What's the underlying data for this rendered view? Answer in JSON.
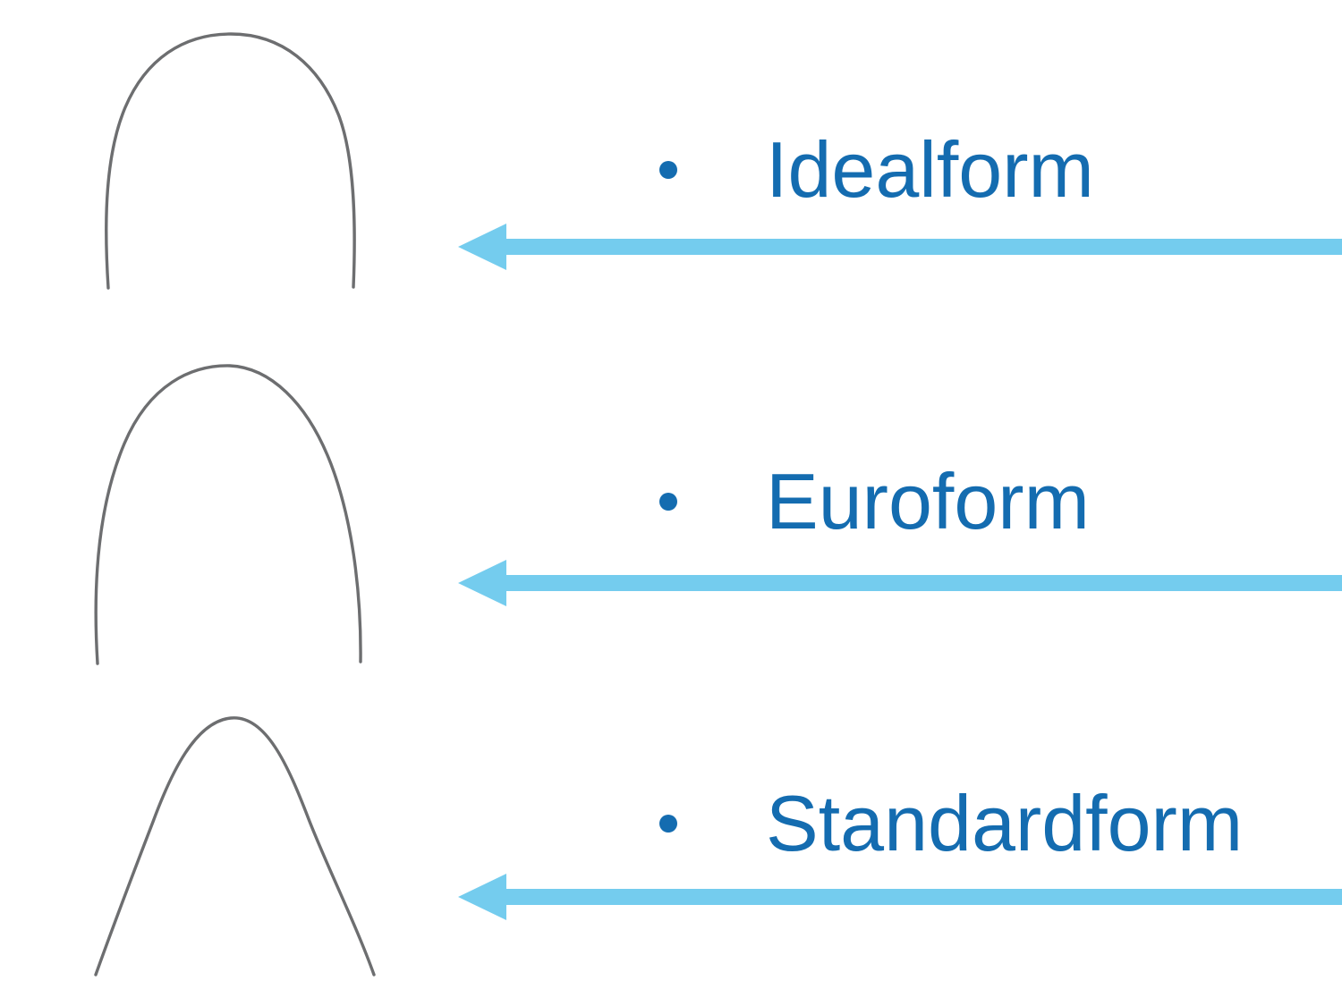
{
  "slide": {
    "background": "#ffffff",
    "rows": [
      {
        "label": "Idealform",
        "image": "idealform-archwire"
      },
      {
        "label": "Euroform",
        "image": "euroform-archwire"
      },
      {
        "label": "Standardform",
        "image": "standardform-archwire"
      }
    ]
  },
  "colors": {
    "label_text": "#146cb0",
    "bullet": "#146cb0",
    "arrow": "#74ccee",
    "wire": "#6d6e70"
  }
}
